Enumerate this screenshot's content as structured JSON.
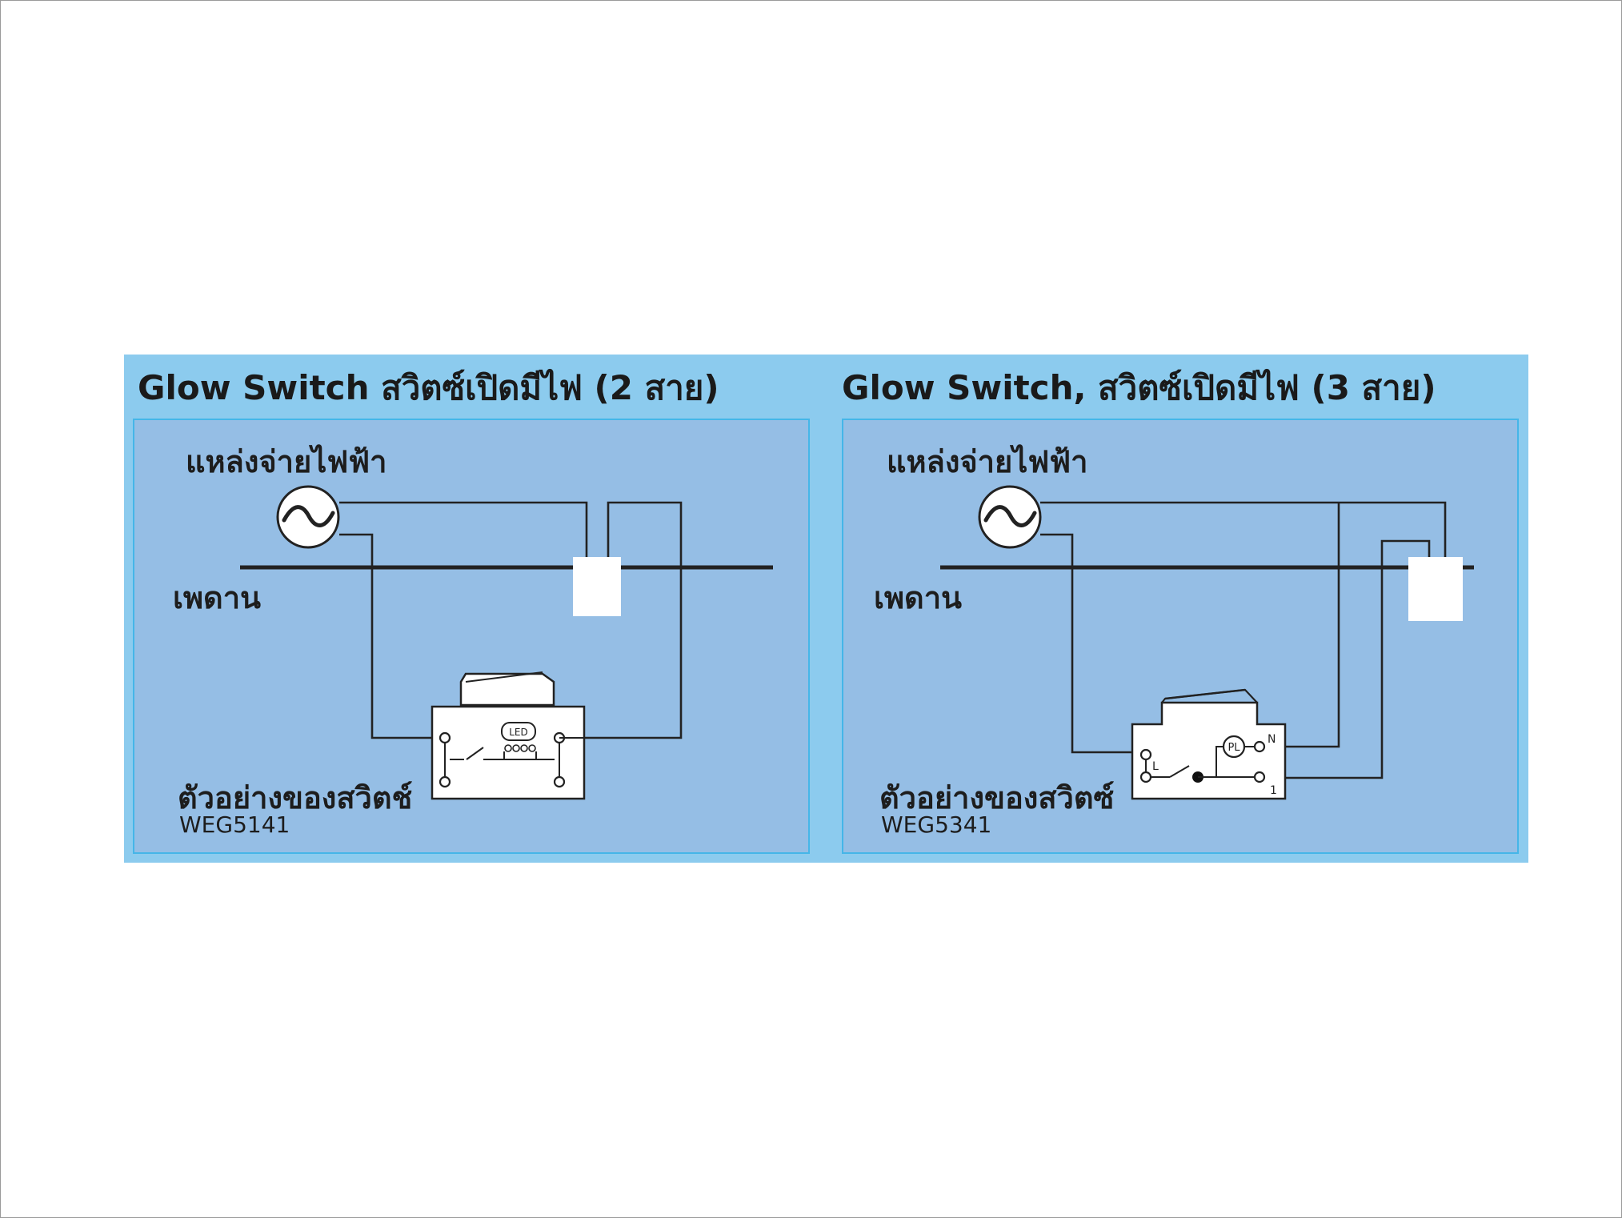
{
  "panels": [
    {
      "title": "Glow Switch  สวิตซ์เปิดมีไฟ (2 สาย)",
      "power_source_label": "แหล่งจ่ายไฟฟ้า",
      "ceiling_label": "เพดาน",
      "example_label": "ตัวอย่างของสวิตช์",
      "model": "WEG5141",
      "switch_indicator": "LED"
    },
    {
      "title": "Glow Switch, สวิตซ์เปิดมีไฟ (3 สาย)",
      "power_source_label": "แหล่งจ่ายไฟฟ้า",
      "ceiling_label": "เพดาน",
      "example_label": "ตัวอย่างของสวิตซ์",
      "model": "WEG5341",
      "switch_indicator": "PL",
      "terminals": {
        "line": "L",
        "neutral": "N",
        "load": "1"
      }
    }
  ],
  "colors": {
    "banner": "#8ccbee",
    "panel": "#95bee5",
    "panel_border": "#45b6e8",
    "wire": "#222222"
  }
}
